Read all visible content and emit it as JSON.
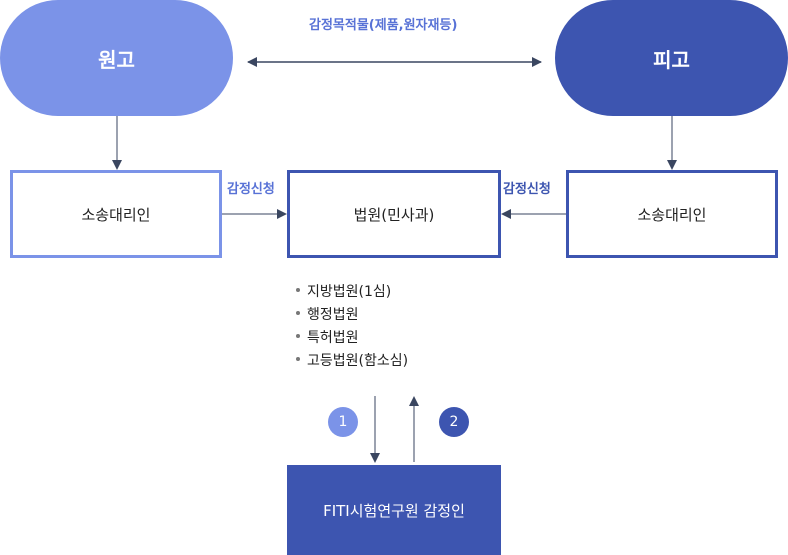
{
  "colors": {
    "light_blue": "#7b93e8",
    "dark_blue": "#3d55b0",
    "line": "#3a4660"
  },
  "plaintiff": "원고",
  "defendant": "피고",
  "appraisal_subject": "감정목적물(제품,원자재등)",
  "left_agent": "소송대리인",
  "right_agent": "소송대리인",
  "left_request": "감정신청",
  "right_request": "감정신청",
  "court": "법원(민사과)",
  "courts_list": [
    "지방법원(1심)",
    "행정법원",
    "특허법원",
    "고등법원(함소심)"
  ],
  "step_1": "1",
  "step_2": "2",
  "appraiser": "FITI시험연구원 감정인"
}
